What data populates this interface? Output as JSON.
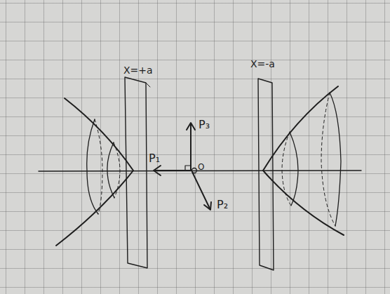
{
  "diagram": {
    "labels": [
      "X=+a",
      "X=-a",
      "P₁",
      "P₃",
      "P₂",
      "O"
    ]
  }
}
